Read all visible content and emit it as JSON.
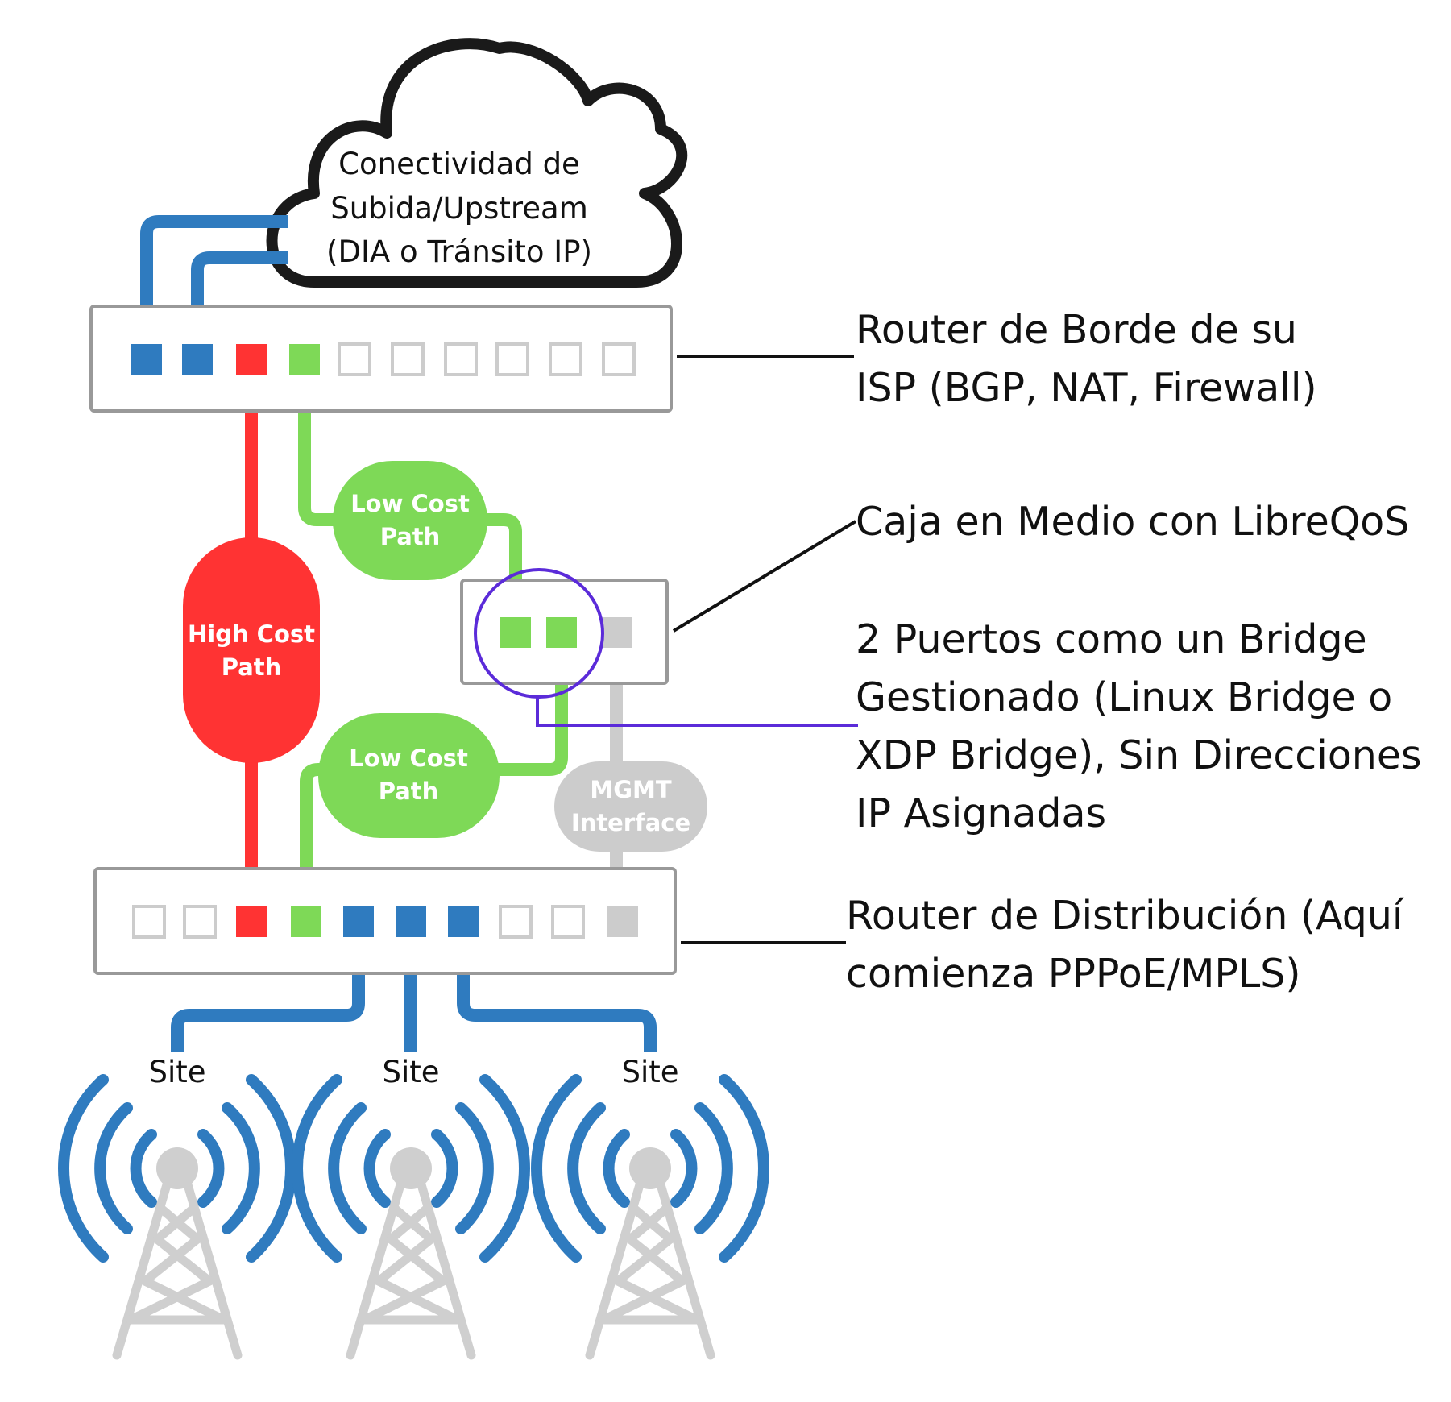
{
  "cloud": {
    "lines": [
      "Conectividad de",
      "Subida/Upstream",
      "(DIA o Tránsito IP)"
    ]
  },
  "side_labels": {
    "edge_router": [
      "Router de Borde de su",
      "ISP (BGP, NAT, Firewall)"
    ],
    "middle_box": [
      "Caja en Medio con LibreQoS"
    ],
    "bridge": [
      "2 Puertos como un Bridge",
      "Gestionado (Linux Bridge o",
      "XDP Bridge), Sin Direcciones",
      "IP Asignadas"
    ],
    "distribution_router": [
      "Router de Distribución (Aquí",
      "comienza PPPoE/MPLS)"
    ]
  },
  "bubbles": {
    "high_cost": [
      "High Cost",
      "Path"
    ],
    "low_cost_top": [
      "Low Cost",
      "Path"
    ],
    "low_cost_bottom": [
      "Low Cost",
      "Path"
    ],
    "mgmt": [
      "MGMT",
      "Interface"
    ]
  },
  "sites": [
    "Site",
    "Site",
    "Site"
  ],
  "colors": {
    "upstream_blue": "#2f7bbf",
    "high_cost_red": "#ff3333",
    "low_cost_green": "#7ed957",
    "mgmt_gray": "#cccccc",
    "bridge_circle_purple": "#5b2bd9",
    "tower_gray": "#cfcfcf"
  }
}
